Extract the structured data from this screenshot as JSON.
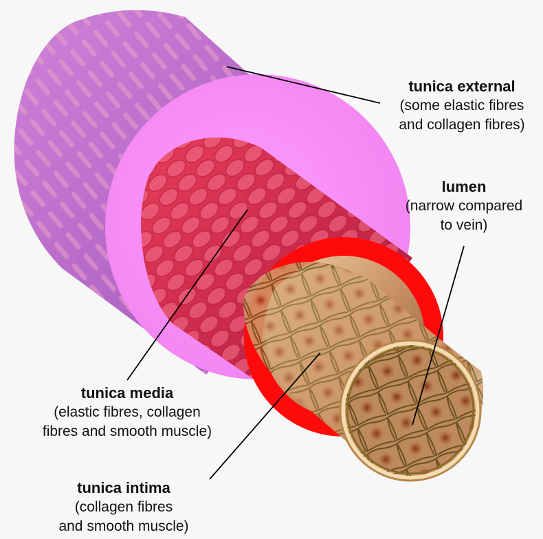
{
  "labels": {
    "external": {
      "title": "tunica external",
      "desc_line1": "(some elastic fibres",
      "desc_line2": "and collagen fibres)"
    },
    "lumen": {
      "title": "lumen",
      "desc_line1": "(narrow compared",
      "desc_line2": "to vein)"
    },
    "media": {
      "title": "tunica media",
      "desc_line1": "(elastic fibres, collagen",
      "desc_line2": "fibres and smooth muscle)"
    },
    "intima": {
      "title": "tunica intima",
      "desc_line1": "(collagen fibres",
      "desc_line2": "and smooth muscle)"
    }
  },
  "colors": {
    "background": "#f7f7f7",
    "tunica_external": "#f28ef2",
    "tunica_media": "#e21c3c",
    "media_ring": "#ff0a0a",
    "tunica_intima": "#c9976a",
    "intima_rim": "#f3dcb2",
    "leader_lines": "#000000"
  }
}
